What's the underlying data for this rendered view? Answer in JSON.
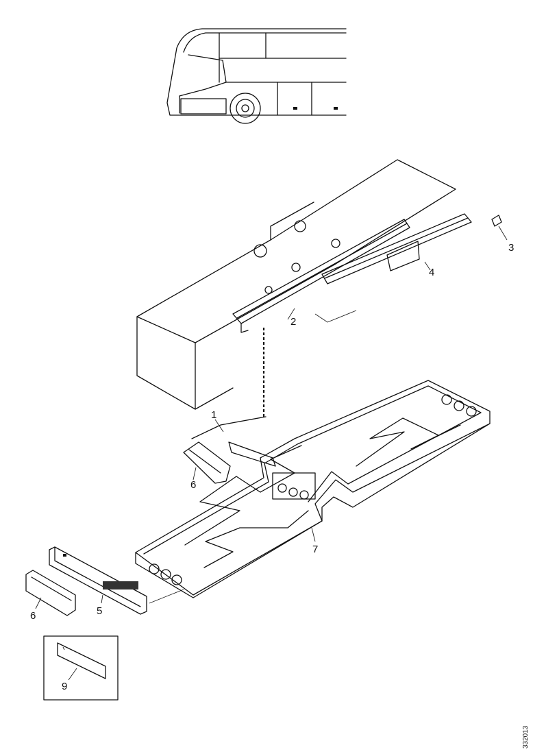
{
  "drawing_number": "332013",
  "callouts": {
    "c1": "1",
    "c2": "2",
    "c3": "3",
    "c4": "4",
    "c5": "5",
    "c6a": "6",
    "c6b": "6",
    "c7": "7",
    "c9": "9"
  }
}
